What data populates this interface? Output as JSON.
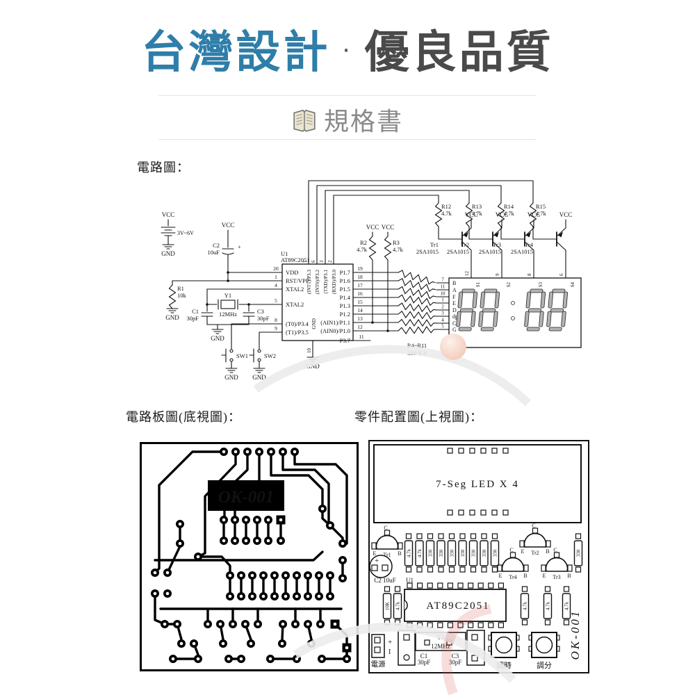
{
  "header": {
    "title_blue": "台灣設計",
    "dot": "·",
    "title_gray": "優良品質",
    "subtitle": "規格書"
  },
  "sections": {
    "circuit": "電路圖：",
    "pcb_bottom": "電路板圖(底視圖)：",
    "layout_top": "零件配置圖(上視圖)："
  },
  "schematic": {
    "vcc": "VCC",
    "gnd": "GND",
    "battery": {
      "range": "3V~6V"
    },
    "c2": {
      "ref": "C2",
      "val": "10uF"
    },
    "r1": {
      "ref": "R1",
      "val": "10k"
    },
    "y1": {
      "ref": "Y1",
      "val": "12MHz"
    },
    "c1": {
      "ref": "C1",
      "val": "30pF"
    },
    "c3": {
      "ref": "C3",
      "val": "30pF"
    },
    "sw1": "SW1",
    "sw2": "SW2",
    "r2": {
      "ref": "R2",
      "val": "4.7k"
    },
    "r3": {
      "ref": "R3",
      "val": "4.7k"
    },
    "rnet": {
      "line1": "R4~R11",
      "line2": "330 X 8"
    },
    "u1": {
      "ref": "U1",
      "part": "AT89C2051",
      "gnd_inner": "GND",
      "pin10": "10",
      "left_pins": [
        {
          "n": "20",
          "l": "VDD"
        },
        {
          "n": "1",
          "l": "RST/VPP"
        },
        {
          "n": "4",
          "l": "XTAL2"
        },
        {
          "n": "5",
          "l": "XTAL2"
        },
        {
          "n": "8",
          "l": "(T0)/P3.4"
        },
        {
          "n": "9",
          "l": "(T1)/P3.5"
        }
      ],
      "top_pins": [
        {
          "n": "7",
          "l": "(INT1)/P3.3"
        },
        {
          "n": "6",
          "l": "(INT0)/P3.2"
        },
        {
          "n": "3",
          "l": "(TXD)/P3.1"
        },
        {
          "n": "2",
          "l": "(RXD)/P3.0"
        }
      ],
      "right_pins": [
        {
          "n": "19",
          "l": "P1.7"
        },
        {
          "n": "18",
          "l": "P1.6"
        },
        {
          "n": "17",
          "l": "P1.5"
        },
        {
          "n": "16",
          "l": "P1.4"
        },
        {
          "n": "15",
          "l": "P1.3"
        },
        {
          "n": "14",
          "l": "P1.2"
        },
        {
          "n": "13",
          "l": "(AIN1)/P1.1"
        },
        {
          "n": "12",
          "l": "(AIN0)/P1.0"
        },
        {
          "n": "11",
          "l": "P3.7"
        }
      ]
    },
    "drivers": [
      {
        "r": "R12",
        "rv": "4.7k",
        "tr": "Tr1",
        "part": "2SA1015",
        "pin": "12",
        "vcc": "VCC"
      },
      {
        "r": "R13",
        "rv": "4.7k",
        "tr": "Tr2",
        "part": "2SA1015",
        "pin": "9",
        "vcc": "VCC"
      },
      {
        "r": "R14",
        "rv": "4.7k",
        "tr": "Tr3",
        "part": "2SA1015",
        "pin": "8",
        "vcc": "VCC"
      },
      {
        "r": "R15",
        "rv": "4.7k",
        "tr": "Tr4",
        "part": "2SA1015",
        "pin": "6",
        "vcc": "VCC"
      }
    ],
    "display": {
      "pins": [
        {
          "n": "7",
          "l": "B"
        },
        {
          "n": "11",
          "l": "A"
        },
        {
          "n": "10",
          "l": "F"
        },
        {
          "n": "1",
          "l": "E"
        },
        {
          "n": "2",
          "l": "D"
        },
        {
          "n": "3",
          "l": "dp"
        },
        {
          "n": "4",
          "l": "C"
        },
        {
          "n": "5",
          "l": "G"
        }
      ],
      "digits": [
        "S1",
        "S2",
        "S3",
        "S4"
      ]
    }
  },
  "pcb": {
    "label": "OK-001"
  },
  "layout": {
    "seg_box": "7-Seg LED X 4",
    "c": "C",
    "e": "E",
    "b": "B",
    "tr1": "Tr1",
    "tr2": "Tr2",
    "tr3": "Tr3",
    "tr4": "Tr4",
    "res_row": [
      "4.7k",
      "4.7k",
      "330",
      "330",
      "330",
      "330",
      "330",
      "330",
      "330"
    ],
    "res_right_330": "330",
    "c2_label": "C2 10uF",
    "u1": "U1",
    "ic": "AT89C2051",
    "res_left": [
      "10K",
      "4.7k"
    ],
    "res_right": [
      "4.7k",
      "4.7k",
      "4.7k"
    ],
    "board_id": "OK-001",
    "power": {
      "plus": "+",
      "minus": "I",
      "label": "電源"
    },
    "y1": "Y1",
    "y1_val": "12MHz",
    "c1": "C1",
    "c1_val": "30pF",
    "c3": "C3",
    "c3_val": "30pF",
    "sw_hour": "調時",
    "sw_min": "調分"
  },
  "colors": {
    "title_blue": "#2f7ea9",
    "title_gray": "#4a4a4a",
    "watermark_red": "#d5564a"
  }
}
